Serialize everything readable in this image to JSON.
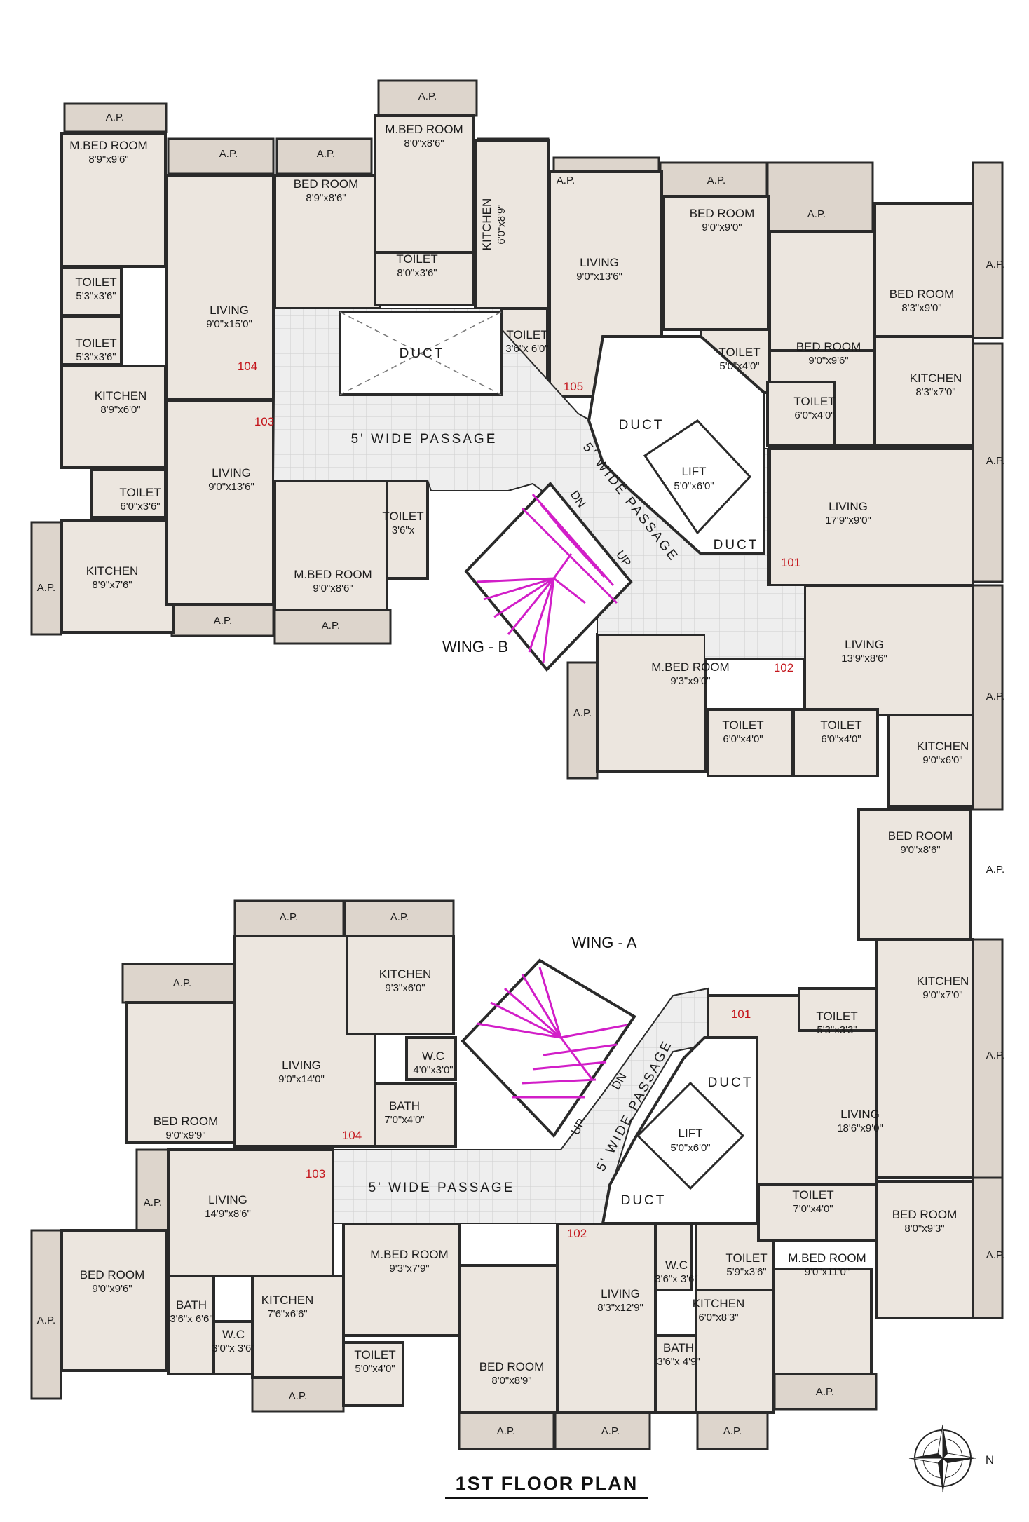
{
  "title": "1ST FLOOR PLAN",
  "north_label": "N",
  "colors": {
    "room_fill": "#ece6df",
    "ap_fill": "#ddd5cc",
    "wall": "#2a2a2a",
    "passage_fill": "#ededed",
    "stair": "#d21ec8",
    "window": "#3f6fc4",
    "furniture": "#c98e5a",
    "unit_number": "#c4161c"
  },
  "wings": [
    {
      "label": "WING - B"
    },
    {
      "label": "WING - A"
    }
  ],
  "stair_labels": {
    "b_dn": "DN",
    "b_up": "UP",
    "a_up": "UP",
    "a_dn": "DN"
  },
  "passages": [
    {
      "label": "5' WIDE PASSAGE"
    },
    {
      "label": "5' WIDE PASSAGE"
    },
    {
      "label": "5' WIDE PASSAGE"
    },
    {
      "label": "5' WIDE PASSAGE"
    }
  ],
  "ducts": [
    {
      "label": "DUCT"
    },
    {
      "label": "DUCT"
    },
    {
      "label": "DUCT"
    },
    {
      "label": "DUCT"
    },
    {
      "label": "DUCT"
    }
  ],
  "lifts": [
    {
      "name": "LIFT",
      "dim": "5'0\"x6'0\""
    },
    {
      "name": "LIFT",
      "dim": "5'0\"x6'0\""
    }
  ],
  "unit_numbers": [
    "104",
    "103",
    "105",
    "101",
    "102",
    "101",
    "104",
    "103",
    "102"
  ],
  "rooms": [
    {
      "name": "M.BED ROOM",
      "dim": "8'9\"x9'6\""
    },
    {
      "name": "TOILET",
      "dim": "5'3\"x3'6\""
    },
    {
      "name": "TOILET",
      "dim": "5'3\"x3'6\""
    },
    {
      "name": "KITCHEN",
      "dim": "8'9\"x6'0\""
    },
    {
      "name": "TOILET",
      "dim": "6'0\"x3'6\""
    },
    {
      "name": "KITCHEN",
      "dim": "8'9\"x7'6\""
    },
    {
      "name": "LIVING",
      "dim": "9'0\"x15'0\""
    },
    {
      "name": "LIVING",
      "dim": "9'0\"x13'6\""
    },
    {
      "name": "BED ROOM",
      "dim": "8'9\"x8'6\""
    },
    {
      "name": "M.BED ROOM",
      "dim": "8'0\"x8'6\""
    },
    {
      "name": "TOILET",
      "dim": "8'0\"x3'6\""
    },
    {
      "name": "KITCHEN",
      "dim": "6'0\"x8'9\""
    },
    {
      "name": "TOILET",
      "dim": "3'6\"x 6'0\""
    },
    {
      "name": "LIVING",
      "dim": "9'0\"x13'6\""
    },
    {
      "name": "BED ROOM",
      "dim": "9'0\"x9'0\""
    },
    {
      "name": "BED ROOM",
      "dim": "9'0\"x9'6\""
    },
    {
      "name": "TOILET",
      "dim": "5'0\"x4'0\""
    },
    {
      "name": "BED ROOM",
      "dim": "8'3\"x9'0\""
    },
    {
      "name": "KITCHEN",
      "dim": "8'3\"x7'0\""
    },
    {
      "name": "TOILET",
      "dim": "6'0\"x4'0\""
    },
    {
      "name": "LIVING",
      "dim": "17'9\"x9'0\""
    },
    {
      "name": "M.BED ROOM",
      "dim": "9'0\"x8'6\""
    },
    {
      "name": "TOILET",
      "dim": "3'6\"x"
    },
    {
      "name": "LIVING",
      "dim": "13'9\"x8'6\""
    },
    {
      "name": "M.BED ROOM",
      "dim": "9'3\"x9'0\""
    },
    {
      "name": "TOILET",
      "dim": "6'0\"x4'0\""
    },
    {
      "name": "TOILET",
      "dim": "6'0\"x4'0\""
    },
    {
      "name": "KITCHEN",
      "dim": "9'0\"x6'0\""
    },
    {
      "name": "BED ROOM",
      "dim": "9'0\"x8'6\""
    },
    {
      "name": "KITCHEN",
      "dim": "9'0\"x7'0\""
    },
    {
      "name": "TOILET",
      "dim": "5'3\"x3'3\""
    },
    {
      "name": "LIVING",
      "dim": "18'6\"x9'0\""
    },
    {
      "name": "TOILET",
      "dim": "7'0\"x4'0\""
    },
    {
      "name": "BED ROOM",
      "dim": "8'0\"x9'3\""
    },
    {
      "name": "KITCHEN",
      "dim": "9'3\"x6'0\""
    },
    {
      "name": "LIVING",
      "dim": "9'0\"x14'0\""
    },
    {
      "name": "W.C",
      "dim": "4'0\"x3'0\""
    },
    {
      "name": "BATH",
      "dim": "7'0\"x4'0\""
    },
    {
      "name": "BED ROOM",
      "dim": "9'0\"x9'9\""
    },
    {
      "name": "LIVING",
      "dim": "14'9\"x8'6\""
    },
    {
      "name": "BED ROOM",
      "dim": "9'0\"x9'6\""
    },
    {
      "name": "BATH",
      "dim": "3'6\"x 6'6\""
    },
    {
      "name": "W.C",
      "dim": "3'0\"x 3'6\""
    },
    {
      "name": "KITCHEN",
      "dim": "7'6\"x6'6\""
    },
    {
      "name": "M.BED ROOM",
      "dim": "9'3\"x7'9\""
    },
    {
      "name": "TOILET",
      "dim": "5'0\"x4'0\""
    },
    {
      "name": "LIVING",
      "dim": "8'3\"x12'9\""
    },
    {
      "name": "BED ROOM",
      "dim": "8'0\"x8'9\""
    },
    {
      "name": "W.C",
      "dim": "3'6\"x 3'6\""
    },
    {
      "name": "TOILET",
      "dim": "5'9\"x3'6\""
    },
    {
      "name": "KITCHEN",
      "dim": "6'0\"x8'3\""
    },
    {
      "name": "BATH",
      "dim": "3'6\"x 4'9\""
    },
    {
      "name": "M.BED ROOM",
      "dim": "9'0\"x11'0\""
    }
  ],
  "ap": {
    "label": "A.P."
  }
}
